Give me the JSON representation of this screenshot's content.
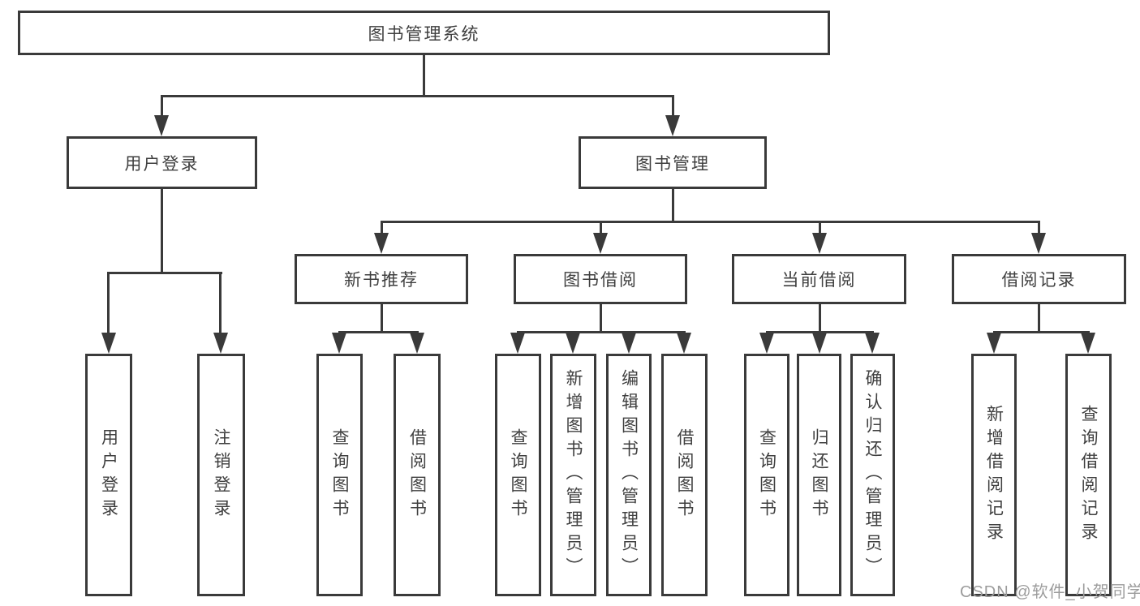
{
  "tree": {
    "root": {
      "label": "图书管理系统"
    },
    "branches": [
      {
        "label": "用户登录",
        "children": [
          {
            "label": "用户登录"
          },
          {
            "label": "注销登录"
          }
        ]
      },
      {
        "label": "图书管理",
        "groups": [
          {
            "label": "新书推荐",
            "children": [
              {
                "label": "查询图书"
              },
              {
                "label": "借阅图书"
              }
            ]
          },
          {
            "label": "图书借阅",
            "children": [
              {
                "label": "查询图书"
              },
              {
                "label": "新增图书（管理员）"
              },
              {
                "label": "编辑图书（管理员）"
              },
              {
                "label": "借阅图书"
              }
            ]
          },
          {
            "label": "当前借阅",
            "children": [
              {
                "label": "查询图书"
              },
              {
                "label": "归还图书"
              },
              {
                "label": "确认归还（管理员）"
              }
            ]
          },
          {
            "label": "借阅记录",
            "children": [
              {
                "label": "新增借阅记录"
              },
              {
                "label": "查询借阅记录"
              }
            ]
          }
        ]
      }
    ]
  },
  "watermark": "CSDN @软件_小贺同学",
  "colors": {
    "line": "#3a3a3a",
    "text": "#3f3f3f",
    "watermark": "#9c9c9c",
    "background": "#ffffff"
  }
}
